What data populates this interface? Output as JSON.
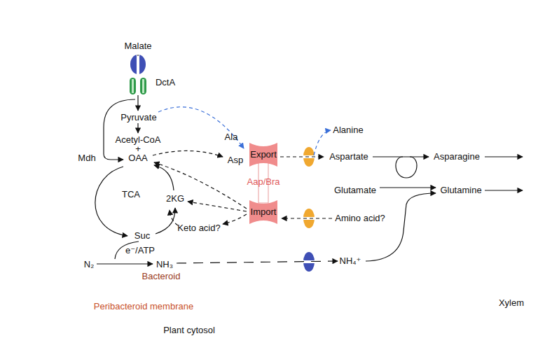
{
  "diagram": {
    "nodes": [
      {
        "text": [
          "Plant cytosol"
        ]
      },
      {
        "text": [
          "Peribacteroid membrane"
        ],
        "in": 0
      },
      {
        "text": [
          "Bacteroid"
        ],
        "in": 1
      },
      {
        "text": [
          "Xylem"
        ]
      }
    ],
    "labels": [
      "Malate",
      "DctA",
      "Pyruvate",
      "Acetyl-CoA",
      "+",
      "OAA",
      "Mdh",
      "TCA",
      "2KG",
      "Suc",
      "Keto acid?",
      "e⁻/ATP",
      "N₂",
      "NH₃",
      "Ala",
      "Asp",
      "Export",
      "Aap/Bra",
      "Import",
      "Alanine",
      "Aspartate",
      "Asparagine",
      "Glutamate",
      "Glutamine",
      "Amino acid?",
      "NH₄⁺"
    ]
  }
}
